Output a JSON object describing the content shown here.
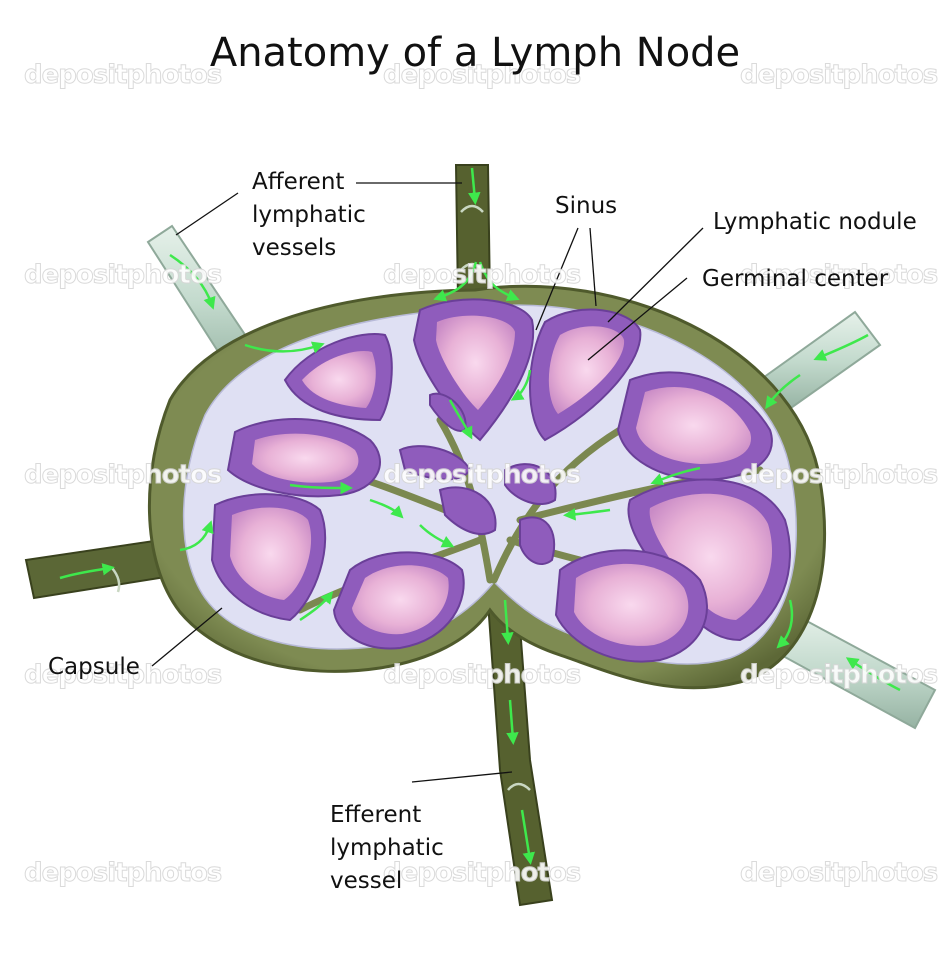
{
  "title": "Anatomy of a Lymph Node",
  "labels": {
    "afferent": [
      "Afferent",
      "lymphatic",
      "vessels"
    ],
    "sinus": "Sinus",
    "nodule": "Lymphatic nodule",
    "germinal": "Germinal center",
    "capsule": "Capsule",
    "efferent": [
      "Efferent",
      "lymphatic",
      "vessel"
    ]
  },
  "watermark": "depositphotos",
  "colors": {
    "capsule": "#7d8a4f",
    "capsule_dark": "#556033",
    "sinus": "#dfe0f4",
    "nodule": "#8a59b8",
    "germinal": "#f2c6e3",
    "vessel": "#5d6b3b",
    "afferent_vessel": "#c6dccf",
    "flow_arrow": "#3ee84c"
  }
}
